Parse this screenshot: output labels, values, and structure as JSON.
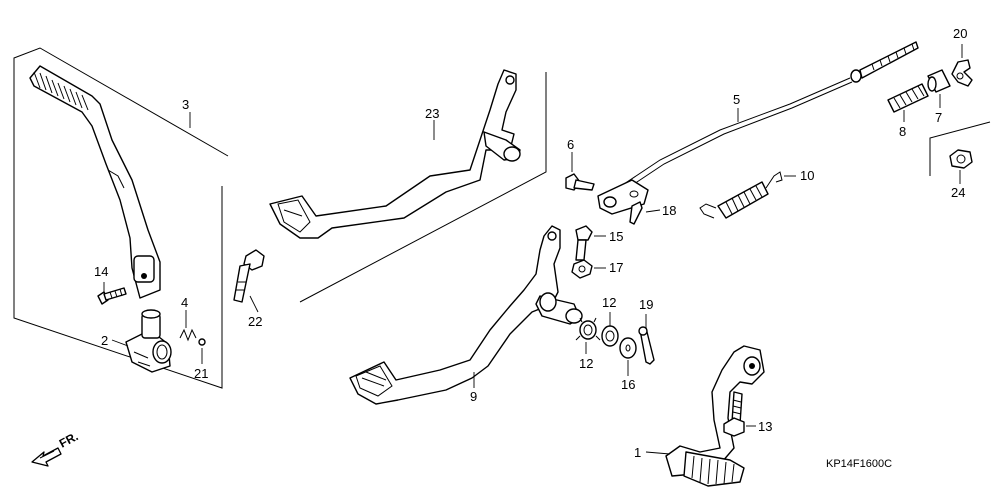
{
  "diagram": {
    "ref_code": "KP14F1600C",
    "direction_label": "FR.",
    "callouts": [
      {
        "id": "c1",
        "label": "1"
      },
      {
        "id": "c2",
        "label": "2"
      },
      {
        "id": "c3",
        "label": "3"
      },
      {
        "id": "c4",
        "label": "4"
      },
      {
        "id": "c5",
        "label": "5"
      },
      {
        "id": "c6",
        "label": "6"
      },
      {
        "id": "c7",
        "label": "7"
      },
      {
        "id": "c8",
        "label": "8"
      },
      {
        "id": "c9",
        "label": "9"
      },
      {
        "id": "c10",
        "label": "10"
      },
      {
        "id": "c12a",
        "label": "12"
      },
      {
        "id": "c12b",
        "label": "12"
      },
      {
        "id": "c13",
        "label": "13"
      },
      {
        "id": "c14",
        "label": "14"
      },
      {
        "id": "c15",
        "label": "15"
      },
      {
        "id": "c16",
        "label": "16"
      },
      {
        "id": "c17",
        "label": "17"
      },
      {
        "id": "c18",
        "label": "18"
      },
      {
        "id": "c19",
        "label": "19"
      },
      {
        "id": "c20",
        "label": "20"
      },
      {
        "id": "c21",
        "label": "21"
      },
      {
        "id": "c22",
        "label": "22"
      },
      {
        "id": "c23",
        "label": "23"
      },
      {
        "id": "c24",
        "label": "24"
      }
    ]
  }
}
